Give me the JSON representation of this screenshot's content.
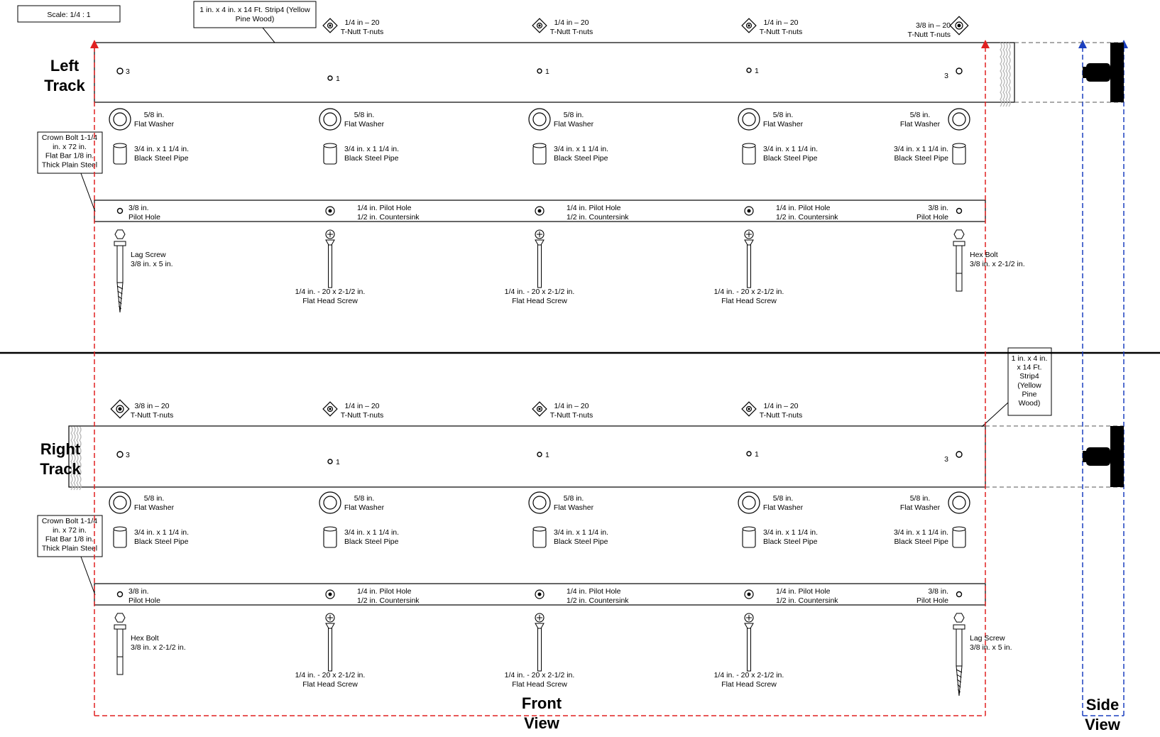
{
  "scale": "Scale: 1/4 : 1",
  "track_labels": {
    "left": [
      "Left",
      "Track"
    ],
    "right": [
      "Right",
      "Track"
    ]
  },
  "view_labels": {
    "front": [
      "Front",
      "View"
    ],
    "side": [
      "Side",
      "View"
    ]
  },
  "callouts": {
    "strip_top": [
      "1 in. x 4 in. x 14 Ft. Strip4 (Yellow",
      "Pine Wood)"
    ],
    "strip_right": [
      "1 in. x 4 in.",
      "x 14 Ft.",
      "Strip4",
      "(Yellow",
      "Pine",
      "Wood)"
    ],
    "crown_bolt": [
      "Crown Bolt 1-1/4",
      "in. x 72 in.",
      "Flat Bar 1/8 in.",
      "Thick Plain Steel"
    ]
  },
  "left_track": {
    "tnuts": [
      [
        "1/4 in – 20",
        "T-Nutt T-nuts"
      ],
      [
        "1/4 in – 20",
        "T-Nutt T-nuts"
      ],
      [
        "1/4 in – 20",
        "T-Nutt T-nuts"
      ],
      [
        "3/8 in – 20",
        "T-Nutt T-nuts"
      ]
    ],
    "strip_holes": [
      "3/8 Pilot Hole",
      "1/4 Pilot Hole",
      "1/4 Pilot Hole",
      "1/4 Pilot Hole",
      "3/8 Pilot Hole"
    ],
    "washers": [
      [
        "5/8 in.",
        "Flat Washer"
      ],
      [
        "5/8 in.",
        "Flat Washer"
      ],
      [
        "5/8 in.",
        "Flat Washer"
      ],
      [
        "5/8 in.",
        "Flat Washer"
      ],
      [
        "5/8 in.",
        "Flat Washer"
      ]
    ],
    "pipes": [
      [
        "3/4 in. x 1 1/4  in.",
        "Black Steel Pipe"
      ],
      [
        "3/4 in. x 1 1/4  in.",
        "Black Steel Pipe"
      ],
      [
        "3/4 in. x 1 1/4  in.",
        "Black Steel Pipe"
      ],
      [
        "3/4 in. x 1 1/4  in.",
        "Black Steel Pipe"
      ],
      [
        "3/4 in. x 1 1/4  in.",
        "Black Steel Pipe"
      ]
    ],
    "bar_holes": [
      [
        "3/8 in.",
        "Pilot Hole"
      ],
      [
        "1/4 in. Pilot Hole",
        "1/2 in. Countersink"
      ],
      [
        "1/4 in. Pilot Hole",
        "1/2 in. Countersink"
      ],
      [
        "1/4 in. Pilot Hole",
        "1/2 in. Countersink"
      ],
      [
        "3/8 in.",
        "Pilot Hole"
      ]
    ],
    "fasteners": [
      [
        "Lag Screw",
        "3/8 in. x 5 in."
      ],
      [
        "1/4 in. - 20 x 2-1/2 in.",
        "Flat Head Screw"
      ],
      [
        "1/4 in. - 20 x 2-1/2 in.",
        "Flat Head Screw"
      ],
      [
        "1/4 in. - 20 x 2-1/2 in.",
        "Flat Head Screw"
      ],
      [
        "Hex Bolt",
        "3/8 in. x 2-1/2 in."
      ]
    ]
  },
  "right_track": {
    "tnuts": [
      [
        "3/8 in – 20",
        "T-Nutt T-nuts"
      ],
      [
        "1/4 in – 20",
        "T-Nutt T-nuts"
      ],
      [
        "1/4 in – 20",
        "T-Nutt T-nuts"
      ],
      [
        "1/4 in – 20",
        "T-Nutt T-nuts"
      ]
    ],
    "strip_holes": [
      "3/8 Pilot Hole",
      "1/4 Pilot Hole",
      "1/4 Pilot Hole",
      "1/4 Pilot Hole",
      "3/8 Pilot Hole"
    ],
    "washers": [
      [
        "5/8 in.",
        "Flat Washer"
      ],
      [
        "5/8 in.",
        "Flat Washer"
      ],
      [
        "5/8 in.",
        "Flat Washer"
      ],
      [
        "5/8 in.",
        "Flat Washer"
      ],
      [
        "5/8 in.",
        "Flat Washer"
      ]
    ],
    "pipes": [
      [
        "3/4 in. x 1 1/4  in.",
        "Black Steel Pipe"
      ],
      [
        "3/4 in. x 1 1/4  in.",
        "Black Steel Pipe"
      ],
      [
        "3/4 in. x 1 1/4  in.",
        "Black Steel Pipe"
      ],
      [
        "3/4 in. x 1 1/4  in.",
        "Black Steel Pipe"
      ],
      [
        "3/4 in. x 1 1/4  in.",
        "Black Steel Pipe"
      ]
    ],
    "bar_holes": [
      [
        "3/8 in.",
        "Pilot Hole"
      ],
      [
        "1/4 in. Pilot Hole",
        "1/2 in. Countersink"
      ],
      [
        "1/4 in. Pilot Hole",
        "1/2 in. Countersink"
      ],
      [
        "1/4 in. Pilot Hole",
        "1/2 in. Countersink"
      ],
      [
        "3/8 in.",
        "Pilot Hole"
      ]
    ],
    "fasteners": [
      [
        "Hex Bolt",
        "3/8 in. x 2-1/2 in."
      ],
      [
        "1/4 in. - 20 x 2-1/2 in.",
        "Flat Head Screw"
      ],
      [
        "1/4 in. - 20 x 2-1/2 in.",
        "Flat Head Screw"
      ],
      [
        "1/4 in. - 20 x 2-1/2 in.",
        "Flat Head Screw"
      ],
      [
        "Lag Screw",
        "3/8 in. x 5 in."
      ]
    ]
  },
  "colors": {
    "front_view_dash": "#e02020",
    "side_view_dash": "#1a3fbf",
    "ink": "#000000",
    "wood_break": "#b8b8b8"
  }
}
